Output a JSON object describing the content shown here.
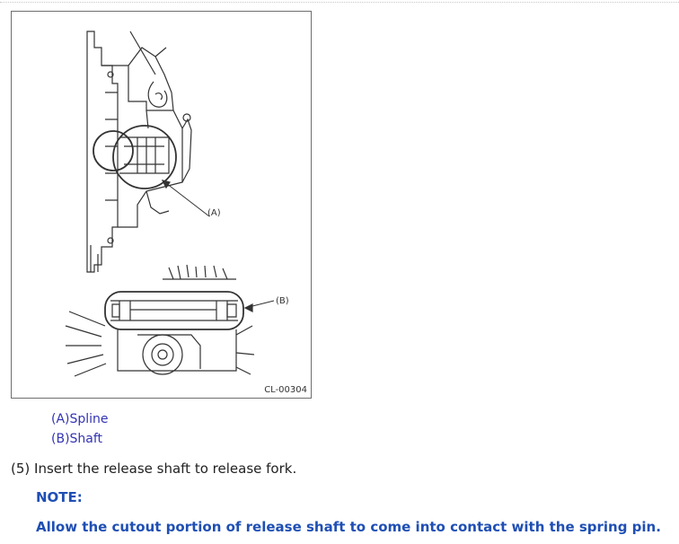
{
  "figure": {
    "code": "CL-00304",
    "callout_a": "(A)",
    "callout_b": "(B)"
  },
  "legend": [
    {
      "label": "(A)Spline"
    },
    {
      "label": "(B)Shaft"
    }
  ],
  "step": {
    "text": "(5) Insert the release shaft to release fork."
  },
  "note": {
    "title": "NOTE:",
    "text": "Allow the cutout portion of release shaft to come into contact with the spring pin."
  }
}
